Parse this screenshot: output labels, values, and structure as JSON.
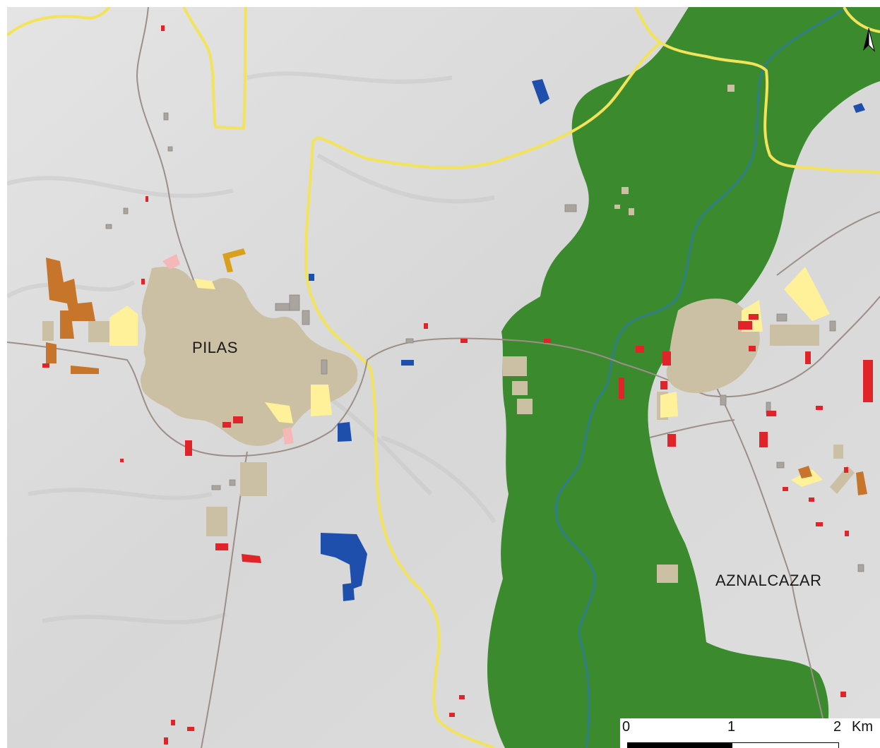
{
  "map": {
    "towns": [
      {
        "name": "PILAS"
      },
      {
        "name": "AZNALCAZAR"
      }
    ],
    "scale_bar": {
      "ticks": [
        "0",
        "1",
        "2"
      ],
      "unit": "Km"
    },
    "north_arrow": {
      "icon": "north-arrow-icon"
    },
    "colors": {
      "background_relief": "#dadada",
      "riparian_forest": "#3b8a2e",
      "river": "#2f7f8a",
      "boundary": "#f3e35a",
      "road": "#9d8f88",
      "urban": "#cbbfa4",
      "parcel_red": "#e0242a",
      "parcel_yellow": "#fff09a",
      "parcel_orange": "#c6752b",
      "parcel_gold": "#d8a01c",
      "parcel_blue": "#1f4fad",
      "parcel_gray": "#a9a59e"
    }
  }
}
